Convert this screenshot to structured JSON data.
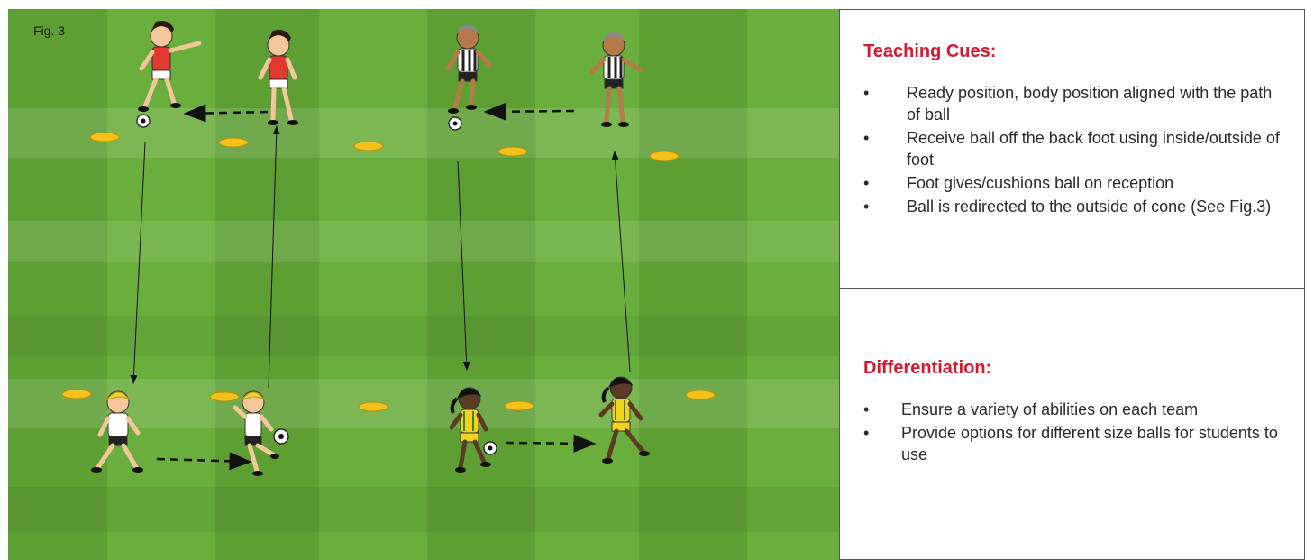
{
  "figure": {
    "label": "Fig. 3"
  },
  "teaching_cues": {
    "title": "Teaching Cues:",
    "items": [
      "Ready position, body position aligned with the path of ball",
      "Receive ball off the back foot using inside/outside of foot",
      "Foot gives/cushions ball on reception",
      "Ball is redirected to the outside of cone (See Fig.3)"
    ]
  },
  "differentiation": {
    "title": "Differentiation:",
    "items": [
      "Ensure a variety of abilities on each team",
      "Provide options for different size balls for students to use"
    ]
  },
  "colors": {
    "heading": "#d7192f",
    "pitch_light": "#7fbd4c",
    "pitch_dark": "#5d9f33",
    "cone": "#f4c21a",
    "team_red": "#e23a2e",
    "team_stripe": "#222222",
    "team_white": "#ffffff",
    "team_yellow": "#f1d31f"
  }
}
